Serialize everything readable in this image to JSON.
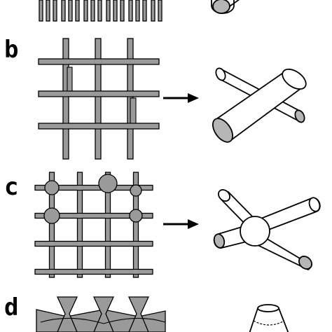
{
  "panels": [
    {
      "label": "b"
    },
    {
      "label": "c"
    },
    {
      "label": "d"
    }
  ],
  "colors": {
    "strut_fill": "#9a9a9a",
    "strut_stroke": "#000000",
    "cut_face": "#b5b5b5",
    "background": "#ffffff"
  }
}
